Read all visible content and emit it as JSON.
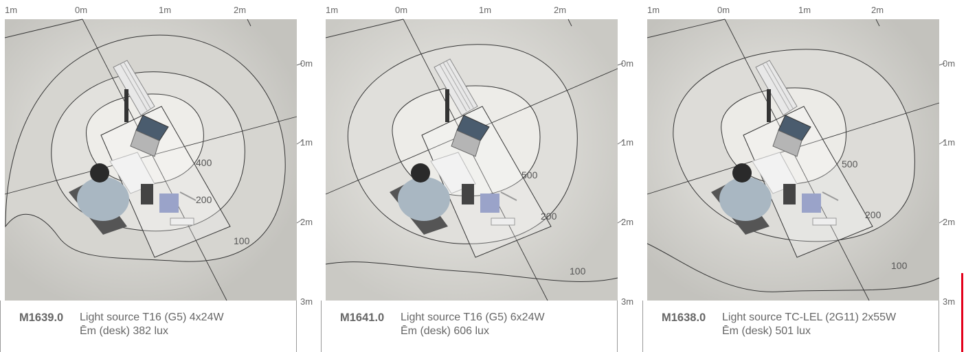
{
  "axis_top": [
    "1m",
    "0m",
    "1m",
    "2m"
  ],
  "axis_side": [
    "0m",
    "1m",
    "2m",
    "3m"
  ],
  "panels": [
    {
      "model": "M1639.0",
      "light_source": "Light source T16 (G5) 4x24W",
      "em": "Ēm (desk) 382 lux",
      "contours": [
        "400",
        "200",
        "100"
      ]
    },
    {
      "model": "M1641.0",
      "light_source": "Light source T16 (G5) 6x24W",
      "em": "Ēm (desk) 606 lux",
      "contours": [
        "500",
        "200",
        "100"
      ]
    },
    {
      "model": "M1638.0",
      "light_source": "Light source TC-LEL (2G11) 2x55W",
      "em": "Ēm (desk) 501 lux",
      "contours": [
        "500",
        "200",
        "100"
      ]
    }
  ],
  "colors": {
    "floor": "#c9c8c3",
    "accent": "#e3001b",
    "contour": "#333333"
  }
}
